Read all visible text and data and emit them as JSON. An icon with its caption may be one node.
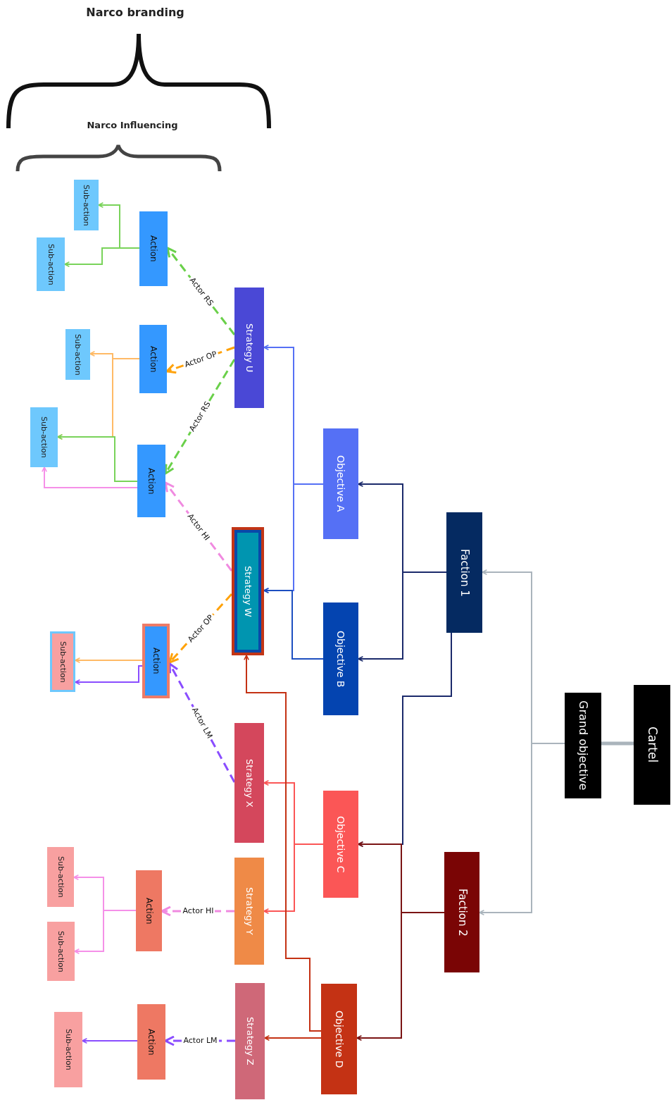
{
  "diagram": {
    "nodes": [
      {
        "text": [
          "Cartel"
        ]
      },
      {
        "text": [
          "Grand objective"
        ]
      },
      {
        "text": [
          "Faction 1"
        ]
      },
      {
        "text": [
          "Faction 2"
        ]
      },
      {
        "text": [
          "Objective A"
        ]
      },
      {
        "text": [
          "Objective B"
        ]
      },
      {
        "text": [
          "Objective C"
        ]
      },
      {
        "text": [
          "Objective D"
        ]
      },
      {
        "text": [
          "Strategy U"
        ]
      },
      {
        "text": [
          "Strategy W"
        ]
      },
      {
        "text": [
          "Strategy X"
        ]
      },
      {
        "text": [
          "Strategy Y"
        ]
      },
      {
        "text": [
          "Strategy Z"
        ]
      },
      {
        "text": [
          "Action"
        ]
      },
      {
        "text": [
          "Action"
        ]
      },
      {
        "text": [
          "Action"
        ]
      },
      {
        "text": [
          "Action"
        ]
      },
      {
        "text": [
          "Action"
        ]
      },
      {
        "text": [
          "Action"
        ]
      },
      {
        "text": [
          "Sub-action"
        ]
      },
      {
        "text": [
          "Sub-action"
        ]
      },
      {
        "text": [
          "Sub-action"
        ]
      },
      {
        "text": [
          "Sub-action"
        ]
      },
      {
        "text": [
          "Sub-action"
        ]
      },
      {
        "text": [
          "Sub-action"
        ]
      },
      {
        "text": [
          "Sub-action"
        ]
      },
      {
        "text": [
          "Sub-action"
        ]
      }
    ],
    "edges": [
      {
        "from": 0,
        "to": 1,
        "arrow": "none",
        "style": "thick",
        "color": "#aab4bc"
      },
      {
        "from": 1,
        "to": 2,
        "arrow": "to",
        "color": "#aab4bc"
      },
      {
        "from": 1,
        "to": 3,
        "arrow": "to",
        "color": "#aab4bc"
      },
      {
        "from": 2,
        "to": 4,
        "arrow": "to",
        "color": "#1b2a6b"
      },
      {
        "from": 2,
        "to": 5,
        "arrow": "to",
        "color": "#1b2a6b"
      },
      {
        "from": 2,
        "to": 6,
        "arrow": "to",
        "color": "#1b2a6b"
      },
      {
        "from": 3,
        "to": 6,
        "arrow": "to",
        "color": "#7a1414"
      },
      {
        "from": 3,
        "to": 7,
        "arrow": "to",
        "color": "#7a1414"
      },
      {
        "from": 4,
        "to": 8,
        "arrow": "to",
        "color": "#5570f5"
      },
      {
        "from": 4,
        "to": 9,
        "arrow": "to",
        "color": "#5570f5"
      },
      {
        "from": 5,
        "to": 9,
        "arrow": "to",
        "color": "#1d4fc0"
      },
      {
        "from": 6,
        "to": 10,
        "arrow": "to",
        "color": "#fb5656"
      },
      {
        "from": 6,
        "to": 11,
        "arrow": "to",
        "color": "#fb5656"
      },
      {
        "from": 7,
        "to": 12,
        "arrow": "to",
        "color": "#c43214"
      },
      {
        "from": 7,
        "to": 9,
        "arrow": "to",
        "color": "#c43214"
      },
      {
        "from": 8,
        "to": 13,
        "arrow": "to",
        "label": "Actor RS",
        "style": "dashed",
        "color": "#6ad04a"
      },
      {
        "from": 8,
        "to": 14,
        "arrow": "to",
        "label": "Actor OP",
        "style": "dashed",
        "color": "#ffa20a"
      },
      {
        "from": 8,
        "to": 15,
        "arrow": "to",
        "label": "Actor RS",
        "style": "dashed",
        "color": "#6ad04a"
      },
      {
        "from": 9,
        "to": 15,
        "arrow": "to",
        "label": "Actor HI",
        "style": "dashed",
        "color": "#f08ae0"
      },
      {
        "from": 9,
        "to": 16,
        "arrow": "to",
        "label": "Actor OP",
        "style": "dashed",
        "color": "#ffa20a"
      },
      {
        "from": 10,
        "to": 16,
        "arrow": "to",
        "label": "Actor LM",
        "style": "dashed",
        "color": "#8a4dff"
      },
      {
        "from": 11,
        "to": 17,
        "arrow": "to",
        "label": "Actor HI",
        "style": "dashed",
        "color": "#f08ae0"
      },
      {
        "from": 12,
        "to": 18,
        "arrow": "to",
        "label": "Actor LM",
        "style": "dashed",
        "color": "#8a4dff"
      },
      {
        "from": 13,
        "to": 19,
        "arrow": "to",
        "color": "#79d35a"
      },
      {
        "from": 13,
        "to": 20,
        "arrow": "to",
        "color": "#79d35a"
      },
      {
        "from": 14,
        "to": 21,
        "arrow": "to",
        "color": "#ffba66"
      },
      {
        "from": 14,
        "to": 22,
        "arrow": "to",
        "color": "#ffba66"
      },
      {
        "from": 15,
        "to": 22,
        "arrow": "to",
        "color": "#79d35a"
      },
      {
        "from": 15,
        "to": 22,
        "arrow": "to",
        "color": "#f590e8"
      },
      {
        "from": 16,
        "to": 23,
        "arrow": "to",
        "color": "#ffba66"
      },
      {
        "from": 16,
        "to": 23,
        "arrow": "to",
        "color": "#8a4dff"
      },
      {
        "from": 17,
        "to": 24,
        "arrow": "to",
        "color": "#f590e8"
      },
      {
        "from": 17,
        "to": 25,
        "arrow": "to",
        "color": "#f590e8"
      },
      {
        "from": 18,
        "to": 26,
        "arrow": "to",
        "color": "#8a4dff"
      }
    ],
    "labels": [
      "Narco branding",
      "Narco Influencing"
    ]
  }
}
